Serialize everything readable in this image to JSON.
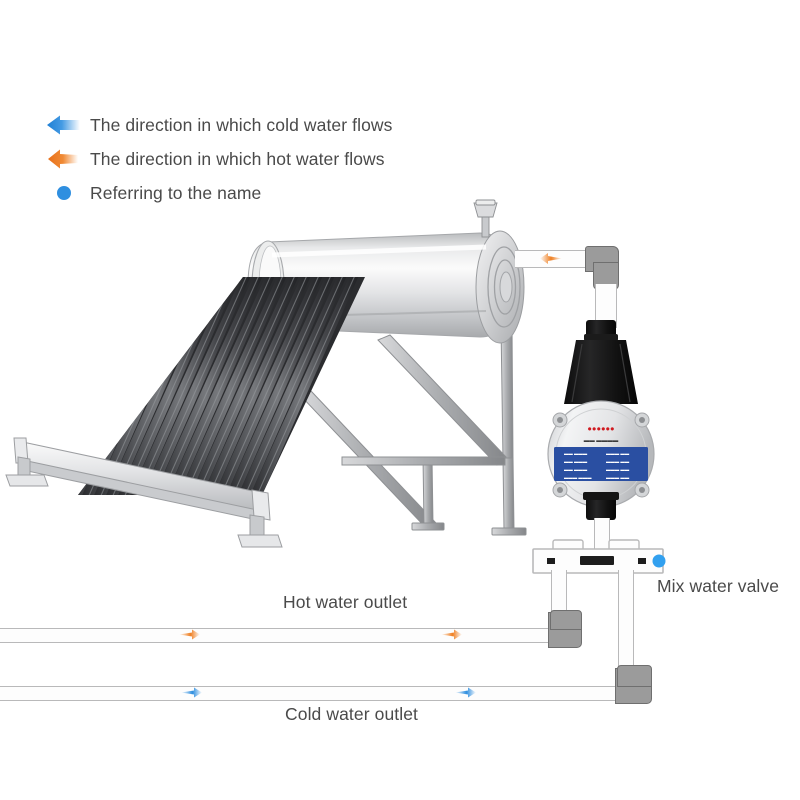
{
  "diagram": {
    "title": "Solar water heater plumbing schematic",
    "background_color": "#ffffff",
    "text_color": "#4a4a4a"
  },
  "legend": {
    "items": [
      {
        "id": "cold-flow",
        "icon": "left-arrow-icon",
        "color": "#2f8fe0",
        "label": "The direction in which cold water flows"
      },
      {
        "id": "hot-flow",
        "icon": "left-arrow-icon",
        "color": "#ef8023",
        "label": "The direction in which hot water flows"
      },
      {
        "id": "name-marker",
        "icon": "dot-icon",
        "color": "#2f8fe0",
        "label": "Referring to the name"
      }
    ]
  },
  "labels": {
    "mix_water_valve": "Mix water valve",
    "hot_water_outlet": "Hot water outlet",
    "cold_water_outlet": "Cold water outlet"
  },
  "components": {
    "solar_collector": {
      "name": "Solar water heater",
      "tank_color": "#d5d6d8",
      "tube_color": "#3f4044",
      "frame_color": "#b9bbbe",
      "tube_count": 20
    },
    "booster_pump": {
      "name": "Booster pump",
      "housing_color": "#151515",
      "body_color": "#e9eaec",
      "label": {
        "title_color": "#d0191f",
        "spec_panel_color": "#2a4fa2"
      }
    },
    "mix_valve": {
      "name": "Mix water valve",
      "body_color": "#fdfdfd",
      "marker_color": "#32a0ef"
    }
  },
  "flow_markers": {
    "hot_color": "#ef8023",
    "cold_color": "#2f8fe0",
    "hot_pipe_arrows": 2,
    "cold_pipe_arrows": 2,
    "tank_outlet_arrows": 1
  },
  "colors": {
    "pipe_outline": "#b9b9ba",
    "pipe_fill": "#fdfdfd",
    "elbow_fill": "#9b9b9b",
    "elbow_outline": "#6f6f6f"
  }
}
